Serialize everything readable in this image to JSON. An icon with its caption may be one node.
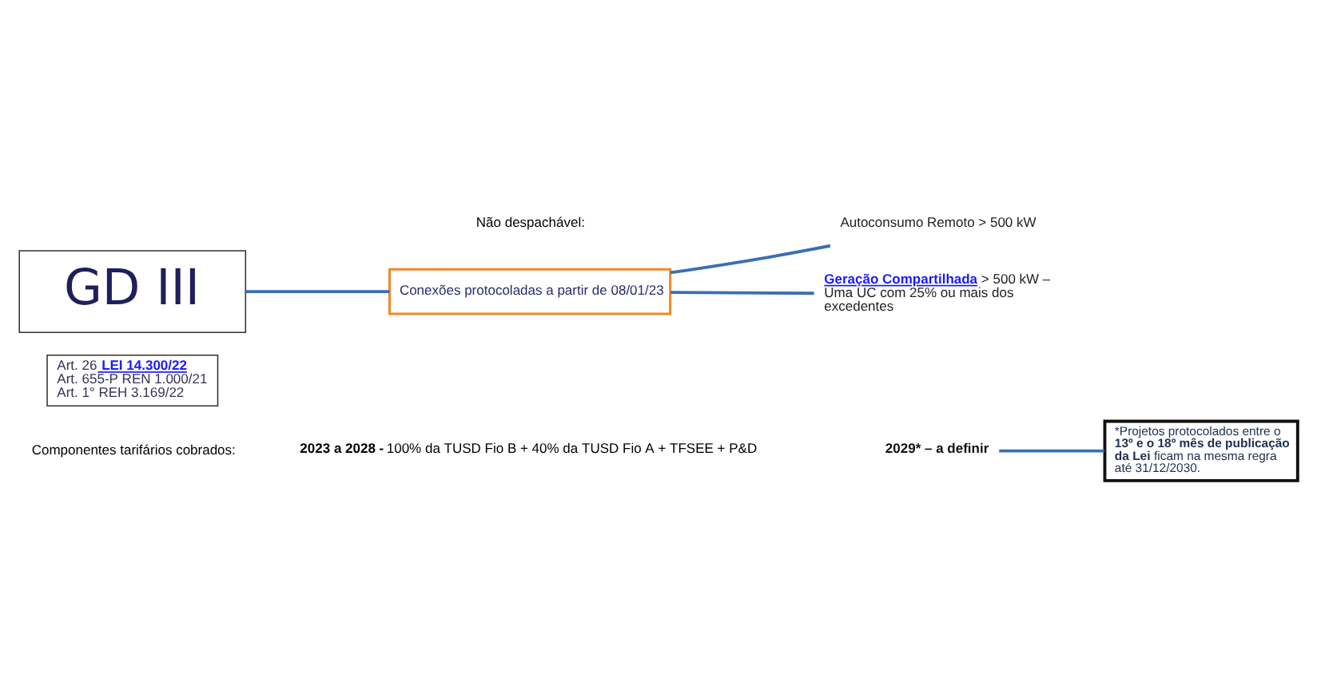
{
  "diagram": {
    "nodes": [
      {
        "text": [
          "GD III"
        ]
      },
      {
        "text": [
          "Conexões protocoladas a partir de 08/01/23"
        ]
      },
      {
        "text": [
          "Autoconsumo Remoto > 500 kW"
        ]
      },
      {
        "text": [
          "**Geração Compartilhada** > 500 kW – Uma UC com 25% ou mais dos excedentes"
        ]
      },
      {
        "text": [
          "Art. 26 **LEI 14.300/22**",
          "Art. 655-P REN 1.000/21",
          "Art. 1° REH 3.169/22"
        ]
      },
      {
        "text": [
          "2029* – a definir"
        ]
      },
      {
        "text": [
          "*Projetos protocolados entre o **13º e o 18º mês de publicação da Lei** ficam na mesma regra até 31/12/2030."
        ]
      }
    ],
    "edges": [
      {
        "from": 0,
        "to": 1,
        "arrow": "none"
      },
      {
        "from": 1,
        "to": 2,
        "arrow": "none"
      },
      {
        "from": 1,
        "to": 3,
        "arrow": "none"
      },
      {
        "from": 5,
        "to": 6,
        "arrow": "none"
      }
    ],
    "labels": [
      "Não despachável:",
      "Componentes tarifários cobrados:",
      "**2023 a 2028 -** 100% da TUSD Fio B + 40% da TUSD Fio A + TFSEE + P&D"
    ]
  }
}
